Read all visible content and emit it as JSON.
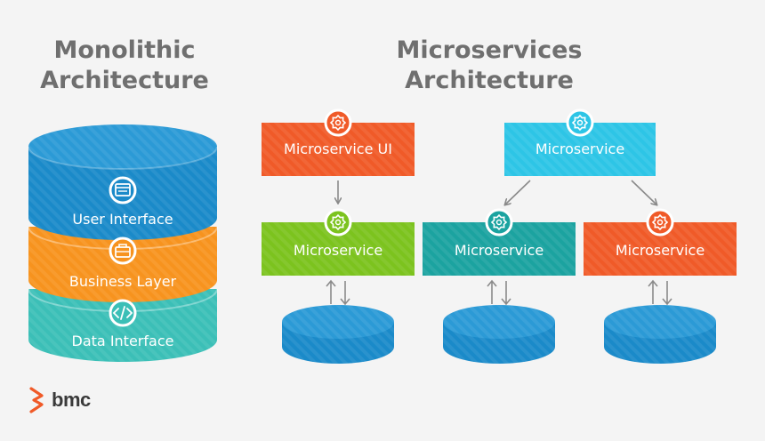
{
  "titles": {
    "monolithic": [
      "Monolithic",
      "Architecture"
    ],
    "microservices": [
      "Microservices",
      "Architecture"
    ]
  },
  "monolith_layers": [
    {
      "label": "User Interface",
      "icon": "window-icon",
      "color": "#1a8ac9"
    },
    {
      "label": "Business Layer",
      "icon": "briefcase-icon",
      "color": "#f7931e"
    },
    {
      "label": "Data Interface",
      "icon": "code-icon",
      "color": "#3bbfb7"
    }
  ],
  "microservices": {
    "ui": {
      "label": "Microservice UI",
      "icon": "gear-icon",
      "color": "#f05a28"
    },
    "top": {
      "label": "Microservice",
      "icon": "gear-icon",
      "color": "#2dc5e6"
    },
    "services": [
      {
        "label": "Microservice",
        "icon": "gear-icon",
        "color": "#7cc31e"
      },
      {
        "label": "Microservice",
        "icon": "gear-icon",
        "color": "#1ba3a0"
      },
      {
        "label": "Microservice",
        "icon": "gear-icon",
        "color": "#f05a28"
      }
    ],
    "database_color": "#1a8ac9"
  },
  "brand": {
    "name": "bmc",
    "color": "#f05a28"
  }
}
